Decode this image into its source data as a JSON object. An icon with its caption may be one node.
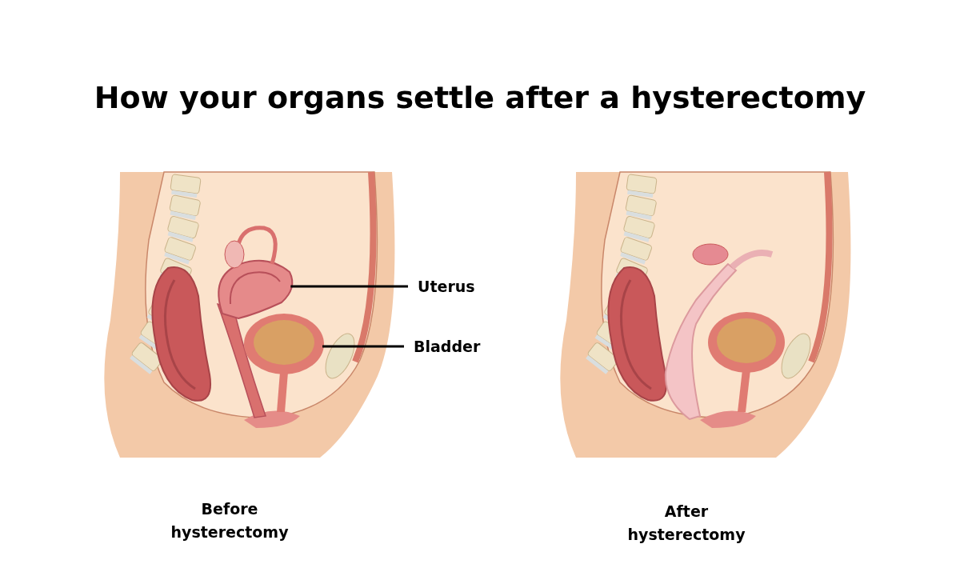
{
  "diagram": {
    "title": "How your organs settle after a hysterectomy",
    "nodes": [
      {
        "text": [
          "Uterus"
        ]
      },
      {
        "text": [],
        "shape": "picture"
      },
      {
        "text": [
          "Bladder"
        ]
      },
      {
        "text": [],
        "shape": "picture"
      }
    ],
    "edges": [
      {
        "from": 0,
        "to": 1,
        "arrow": "none"
      },
      {
        "from": 2,
        "to": 3,
        "arrow": "none"
      }
    ],
    "labels": [
      "Before hysterectomy",
      "After hysterectomy"
    ]
  }
}
